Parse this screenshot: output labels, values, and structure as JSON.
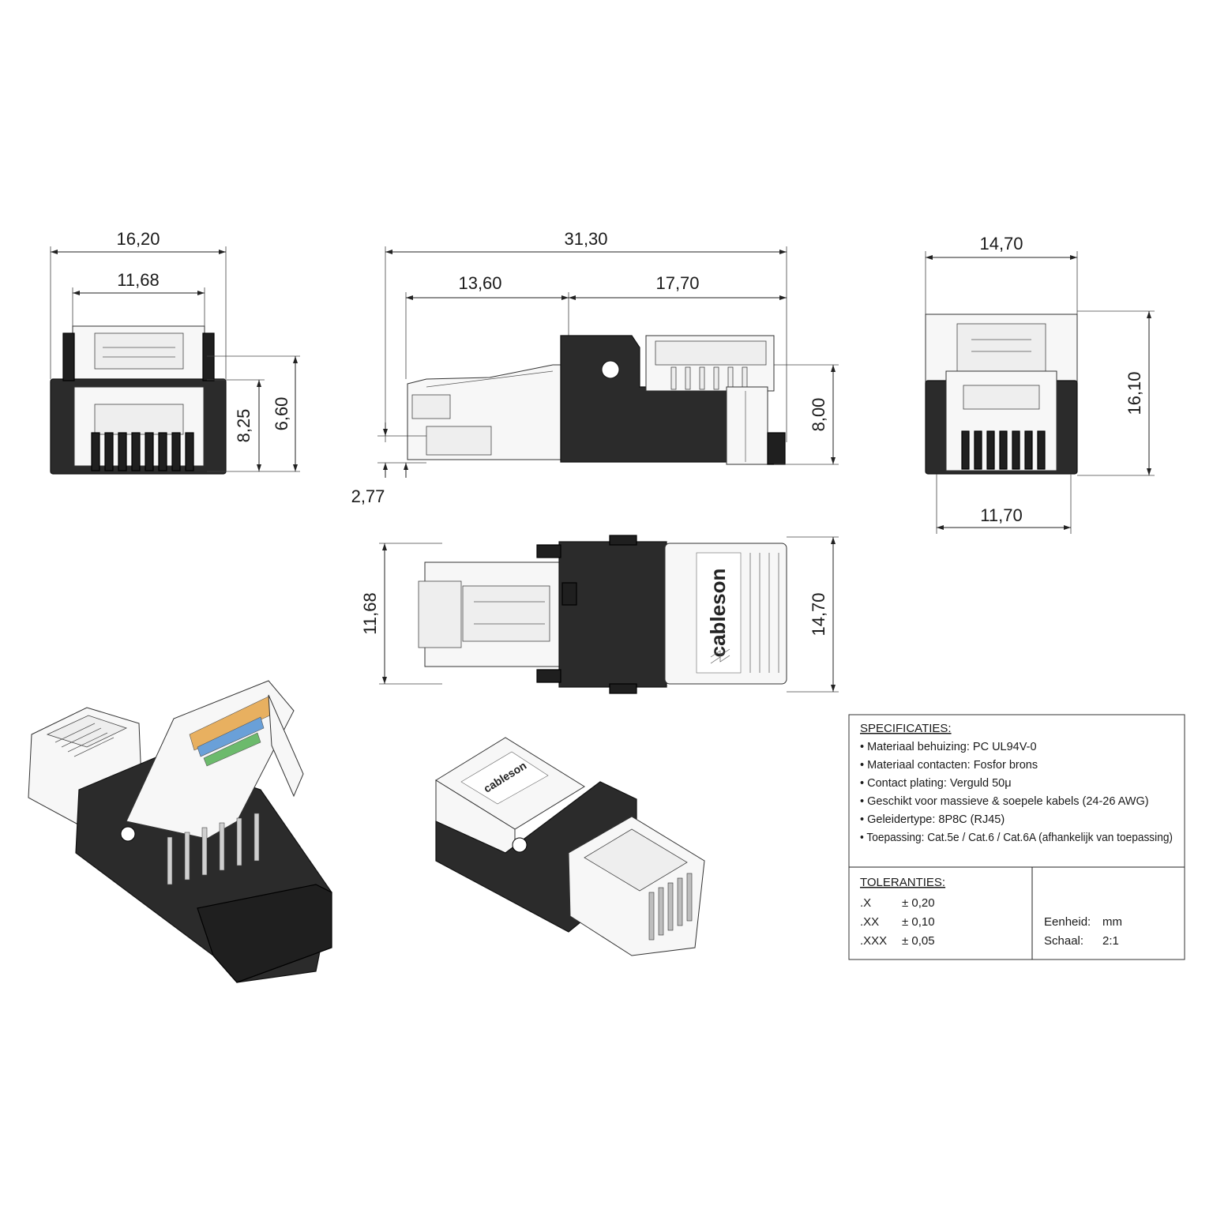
{
  "dimensions": {
    "front_total_width": "16,20",
    "front_inner_width": "11,68",
    "front_height_a": "8,25",
    "front_height_b": "6,60",
    "side_total_length": "31,30",
    "side_left_length": "13,60",
    "side_right_length": "17,70",
    "side_height": "8,00",
    "side_offset": "2,77",
    "rear_width_top": "14,70",
    "rear_height": "16,10",
    "rear_width_bottom": "11,70",
    "top_width_left": "11,68",
    "top_width_right": "14,70"
  },
  "brand": {
    "name": "cableson"
  },
  "specifications": {
    "title": "SPECIFICATIES:",
    "items": [
      "• Materiaal behuizing: PC UL94V-0",
      "• Materiaal contacten: Fosfor brons",
      "• Contact plating: Verguld 50μ",
      "• Geschikt voor massieve & soepele kabels (24-26 AWG)",
      "• Geleidertype: 8P8C (RJ45)",
      "• Toepassing: Cat.5e / Cat.6 / Cat.6A (afhankelijk van toepassing)"
    ]
  },
  "tolerances": {
    "title": "TOLERANTIES:",
    "rows": [
      {
        "key": ".X",
        "value": "± 0,20"
      },
      {
        "key": ".XX",
        "value": "± 0,10"
      },
      {
        "key": ".XXX",
        "value": "± 0,05"
      }
    ]
  },
  "units": {
    "unit_label": "Eenheid:",
    "unit_value": "mm",
    "scale_label": "Schaal:",
    "scale_value": "2:1"
  }
}
